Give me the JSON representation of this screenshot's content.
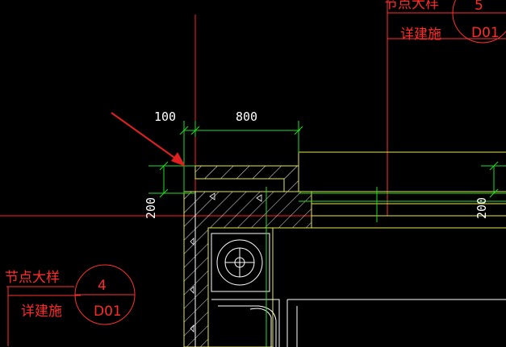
{
  "drawing": {
    "dimensions": {
      "dim_top_left": "100",
      "dim_top_right": "800",
      "dim_left_vertical": "200",
      "dim_right_vertical": "200"
    },
    "detail_tag_left": {
      "title": "节点大样",
      "subtitle": "详建施",
      "circle_number": "4",
      "circle_sheet": "D01"
    },
    "detail_tag_right": {
      "title": "节点大样",
      "subtitle": "详建施",
      "circle_number": "5",
      "circle_sheet": "D01"
    },
    "colors": {
      "background": "#000000",
      "red_axis": "#ff2020",
      "green_dim": "#22dd22",
      "yellow_outline": "#e8e84a",
      "white_hatch": "#ffffff",
      "arrow": "#e02020"
    }
  }
}
